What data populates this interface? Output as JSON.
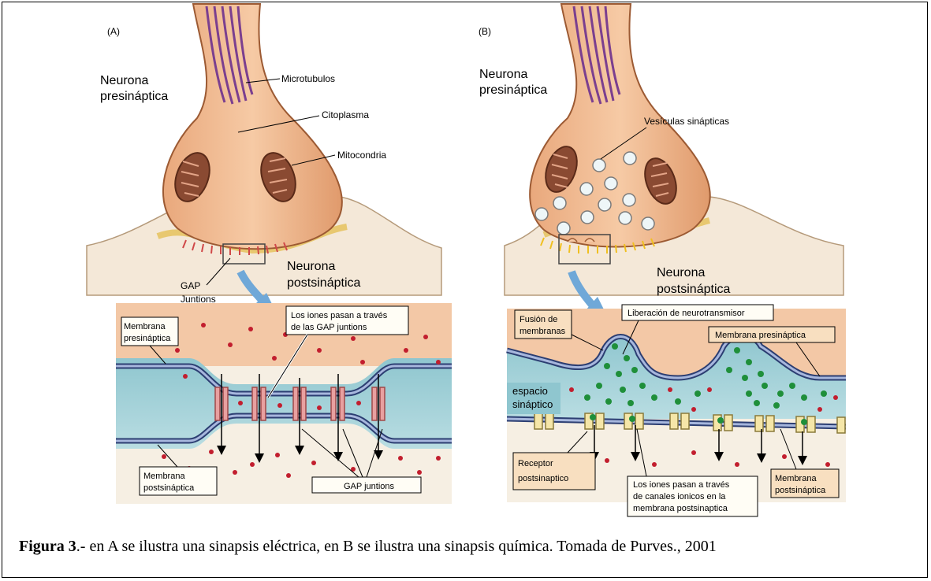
{
  "panel_a": {
    "tag": "(A)",
    "presynaptic_title": [
      "Neurona",
      "presináptica"
    ],
    "microtubulos": "Microtubulos",
    "citoplasma": "Citoplasma",
    "mitocondria": "Mitocondria",
    "postsynaptic_title": [
      "Neurona",
      "postsináptica"
    ],
    "gap_label": [
      "GAP",
      "Juntions"
    ],
    "membrana_pre": [
      "Membrana",
      "presináptica"
    ],
    "iones_callout": [
      "Los iones pasan a través",
      "de las GAP juntions"
    ],
    "membrana_post": [
      "Membrana",
      "postsináptica"
    ],
    "gap_juntions": "GAP juntions"
  },
  "panel_b": {
    "tag": "(B)",
    "presynaptic_title": [
      "Neurona",
      "presináptica"
    ],
    "vesiculas": "Vesículas sinápticas",
    "postsynaptic_title": [
      "Neurona",
      "postsináptica"
    ],
    "liberacion": "Liberación de neurotransmisor",
    "fusion": [
      "Fusión de",
      "membranas"
    ],
    "membrana_pre": "Membrana presináptica",
    "espacio": [
      "espacio",
      "sináptico"
    ],
    "receptor": [
      "Receptor",
      "postsinaptico"
    ],
    "iones_callout": [
      "Los iones pasan a través",
      "de canales  ionicos en la",
      "membrana postsinaptica"
    ],
    "membrana_post": [
      "Membrana",
      "postsináptica"
    ]
  },
  "caption": {
    "bold": "Figura 3",
    "text": ".- en A se ilustra una sinapsis eléctrica, en B se ilustra una sinapsis química. Tomada de Purves., 2001"
  }
}
